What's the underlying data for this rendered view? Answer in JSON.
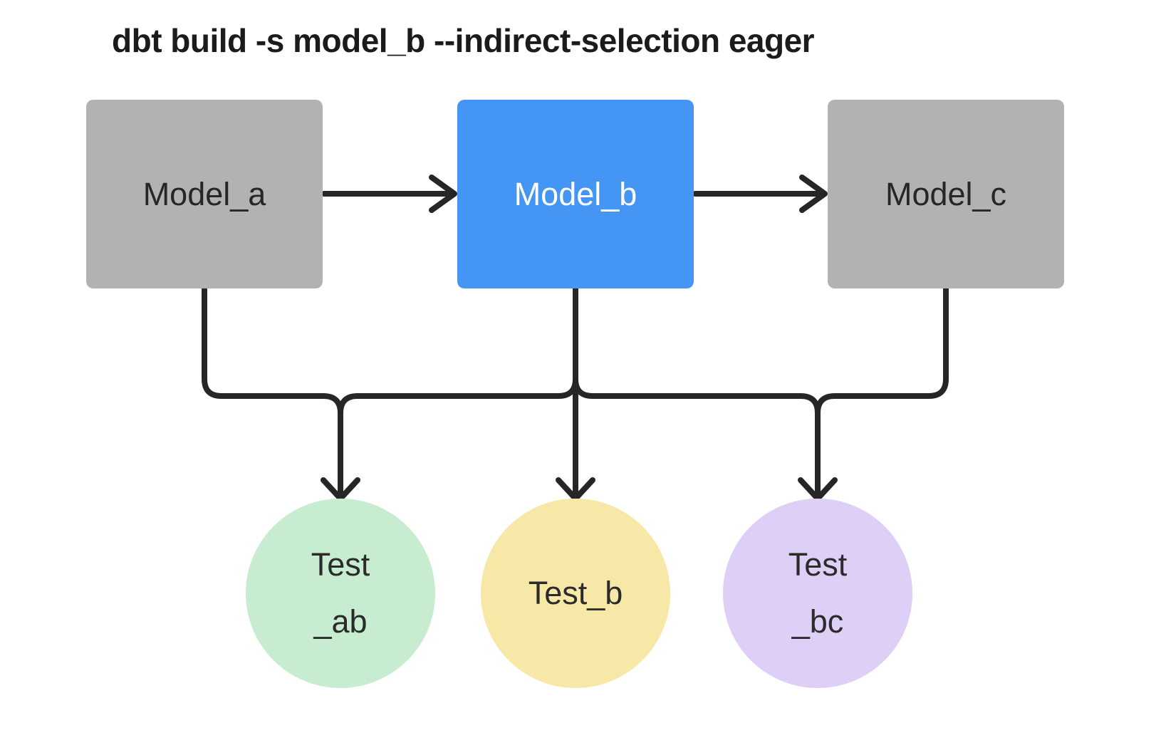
{
  "title": "dbt build -s model_b --indirect-selection eager",
  "diagram": {
    "type": "dag",
    "nodes": {
      "model_a": {
        "label": "Model_a",
        "shape": "rect",
        "fill": "#b2b2b2",
        "text_color": "#262626",
        "selected": false
      },
      "model_b": {
        "label": "Model_b",
        "shape": "rect",
        "fill": "#4495f4",
        "text_color": "#ffffff",
        "selected": true
      },
      "model_c": {
        "label": "Model_c",
        "shape": "rect",
        "fill": "#b2b2b2",
        "text_color": "#262626",
        "selected": false
      },
      "test_ab": {
        "line1": "Test",
        "line2": "_ab",
        "shape": "circle",
        "fill": "#c7ecd0"
      },
      "test_b": {
        "line1": "Test_b",
        "shape": "circle",
        "fill": "#f8e8a8"
      },
      "test_bc": {
        "line1": "Test",
        "line2": "_bc",
        "shape": "circle",
        "fill": "#ddcff6"
      }
    },
    "edges": [
      {
        "from": "model_a",
        "to": "model_b"
      },
      {
        "from": "model_b",
        "to": "model_c"
      },
      {
        "from": "model_a",
        "to": "test_ab"
      },
      {
        "from": "model_b",
        "to": "test_ab"
      },
      {
        "from": "model_b",
        "to": "test_b"
      },
      {
        "from": "model_b",
        "to": "test_bc"
      },
      {
        "from": "model_c",
        "to": "test_bc"
      }
    ],
    "colors": {
      "edge_stroke": "#262626",
      "title_text": "#1b1b1b",
      "background": "#ffffff"
    }
  }
}
